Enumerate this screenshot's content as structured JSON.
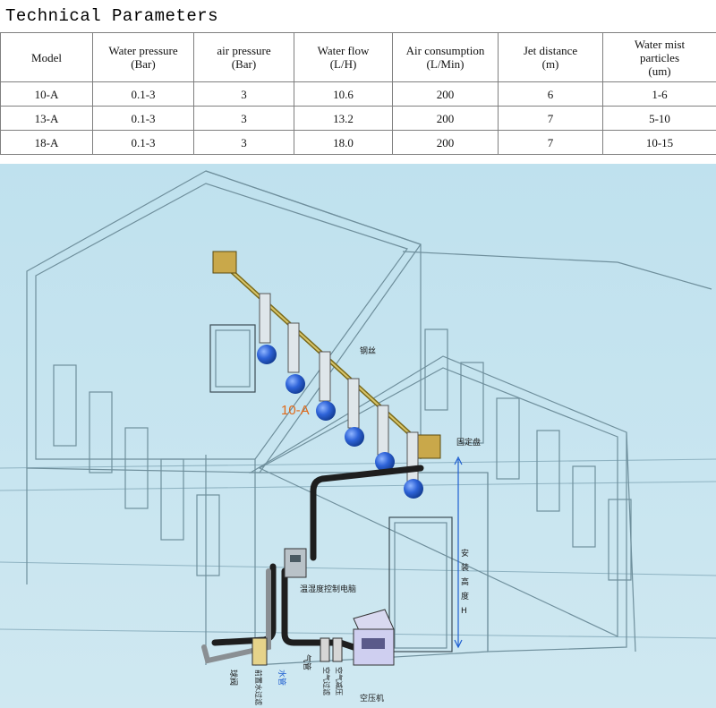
{
  "title": "Technical Parameters",
  "table": {
    "headers": [
      [
        "Model"
      ],
      [
        "Water pressure",
        "(Bar)"
      ],
      [
        "air pressure",
        "(Bar)"
      ],
      [
        "Water flow",
        "(L/H)"
      ],
      [
        "Air consumption",
        "(L/Min)"
      ],
      [
        "Jet distance",
        "(m)"
      ],
      [
        "Water mist",
        "particles",
        "(um)"
      ]
    ],
    "rows": [
      [
        "10-A",
        "0.1-3",
        "3",
        "10.6",
        "200",
        "6",
        "1-6"
      ],
      [
        "13-A",
        "0.1-3",
        "3",
        "13.2",
        "200",
        "7",
        "5-10"
      ],
      [
        "18-A",
        "0.1-3",
        "3",
        "18.0",
        "200",
        "7",
        "10-15"
      ]
    ]
  },
  "diagram": {
    "model_label": "10-A",
    "wire_label": "钢丝",
    "plate_label": "固定盘",
    "height_label": [
      "安",
      "装",
      "高",
      "度",
      "H"
    ],
    "controller_label": "温湿度控制电脑",
    "compressor_label": "空压机",
    "air_pipe_label": "气管",
    "water_pipe_label": "水管",
    "ball_valve_label": "球阀",
    "water_filter_label": "前置水过滤",
    "air_filter_label_1": "空气过滤",
    "air_filter_label_2": "空气减压",
    "colors": {
      "background": "#bfe1ee",
      "house_line": "#6f8f9c",
      "nozzle": "#2e63d8",
      "pipe": "#1e1e1e",
      "accent_label": "#e06a1a",
      "height_line": "#1f5fd0"
    }
  }
}
